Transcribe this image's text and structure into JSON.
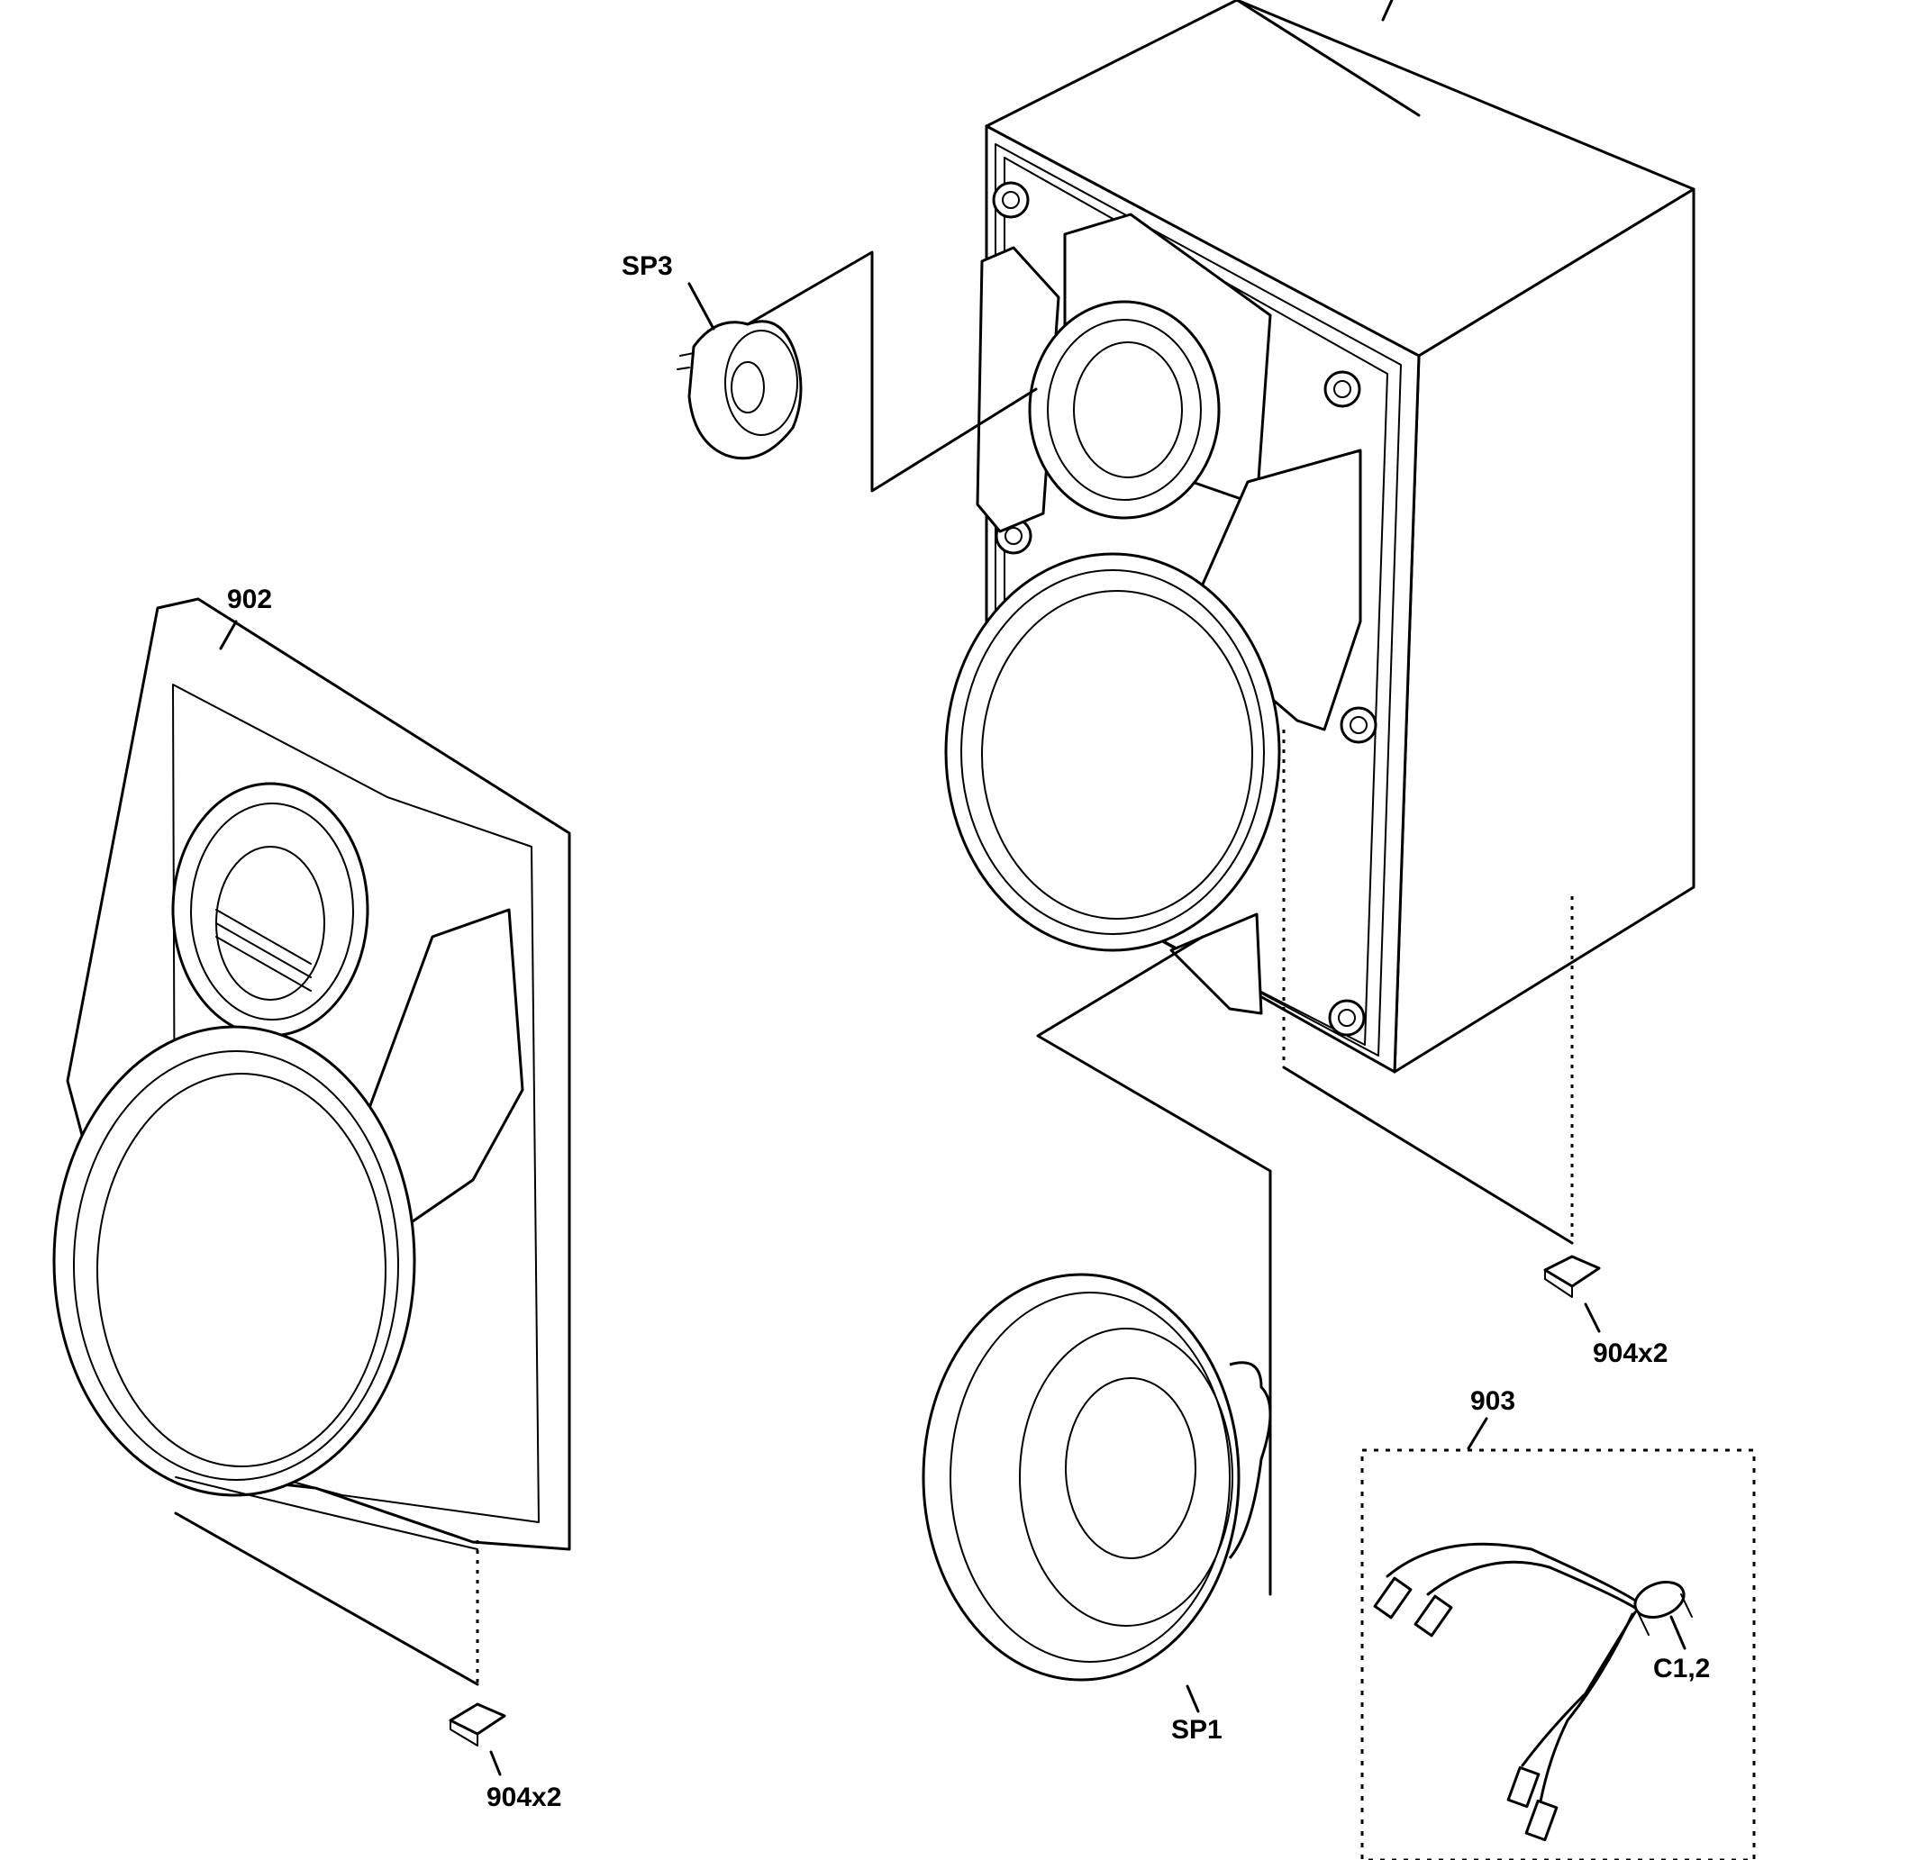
{
  "labels": {
    "sp3": "SP3",
    "front_panel": "902",
    "feet_left": "904x2",
    "feet_right": "904x2",
    "harness": "903",
    "capacitor": "C1,2",
    "woofer": "SP1"
  }
}
